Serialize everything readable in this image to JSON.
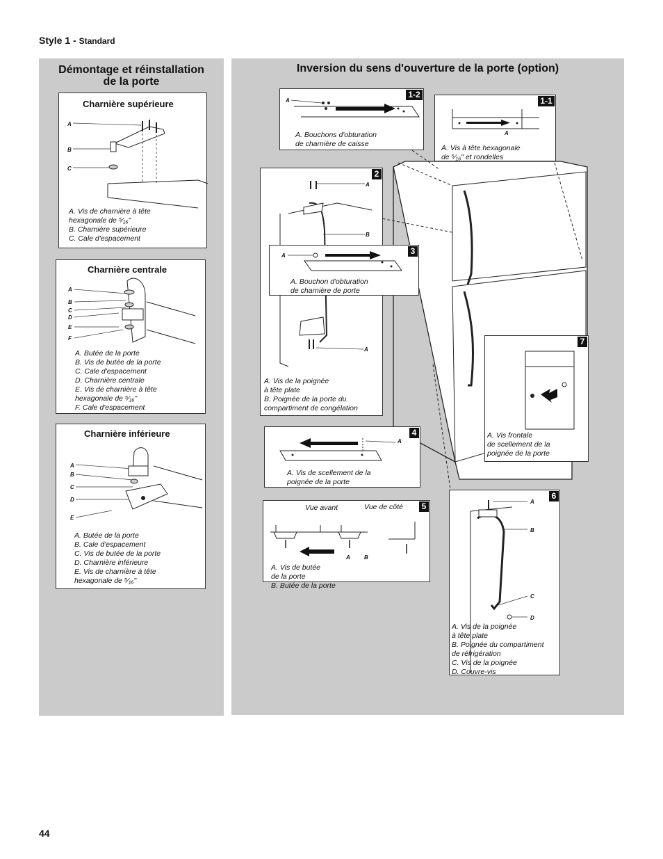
{
  "header": {
    "style": "Style 1 -",
    "variant": "Standard"
  },
  "page_number": "44",
  "left_panel": {
    "title": "Démontage et réinstallation\nde la porte",
    "top_hinge": {
      "title": "Charnière supérieure",
      "labels": [
        "A",
        "B",
        "C"
      ],
      "legend": "A. Vis de charnière à tête\n    hexagonale de ⁵⁄₁₆\"\nB. Charnière supérieure\nC. Cale d'espacement"
    },
    "center_hinge": {
      "title": "Charnière centrale",
      "labels": [
        "A",
        "B",
        "C",
        "D",
        "E",
        "F"
      ],
      "legend": "A. Butée de la porte\nB. Vis de butée de la porte\nC. Cale d'espacement\nD. Charnière centrale\nE. Vis de charnière à tête\n    hexagonale de ⁵⁄₁₆\"\nF. Cale d'espacement"
    },
    "bottom_hinge": {
      "title": "Charnière inférieure",
      "labels": [
        "A",
        "B",
        "C",
        "D",
        "E"
      ],
      "legend": "A. Butée de la porte\nB. Cale d'espacement\nC. Vis de butée de la porte\nD. Charnière inférieure\nE. Vis de charnière à tête\n    hexagonale de ⁵⁄₁₆\""
    }
  },
  "right_panel": {
    "title": "Inversion du sens d'ouverture de la porte (option)",
    "step_1_2": {
      "badge": "1-2",
      "label_a": "A",
      "legend": "A. Bouchons d'obturation\n    de charnière de caisse"
    },
    "step_1_1": {
      "badge": "1-1",
      "label_a": "A",
      "legend": "A.   Vis à tête hexagonale\n      de ⁵⁄₁₆\" et rondelles"
    },
    "step_2": {
      "badge": "2",
      "label_a": "A",
      "label_b": "B",
      "label_a2": "A",
      "legend": "A. Vis de la poignée\n     à tête plate\nB. Poignée de la porte du\n     compartiment de congélation"
    },
    "step_3": {
      "badge": "3",
      "label_a": "A",
      "legend": "A. Bouchon d'obturation\n    de charnière de porte"
    },
    "step_4": {
      "badge": "4",
      "label_a": "A",
      "legend": "A. Vis de scellement de la\n    poignée de la porte"
    },
    "step_5": {
      "badge": "5",
      "front_view": "Vue avant",
      "side_view": "Vue de côté",
      "label_a": "A",
      "label_b": "B",
      "legend": "A. Vis de butée\n    de la porte\nB. Butée de la porte"
    },
    "step_6": {
      "badge": "6",
      "labels": [
        "A",
        "B",
        "C",
        "D"
      ],
      "legend": "A. Vis de la poignée\n    à tête plate\nB. Poignée du compartiment\n    de réfrigération\nC. Vis de la poignée\nD. Couvre-vis"
    },
    "step_7": {
      "badge": "7",
      "legend": "A. Vis frontale\n    de scellement de la\n    poignée de la porte"
    }
  },
  "colors": {
    "panel_gray": "#cbcbcb",
    "badge_black": "#111111"
  }
}
